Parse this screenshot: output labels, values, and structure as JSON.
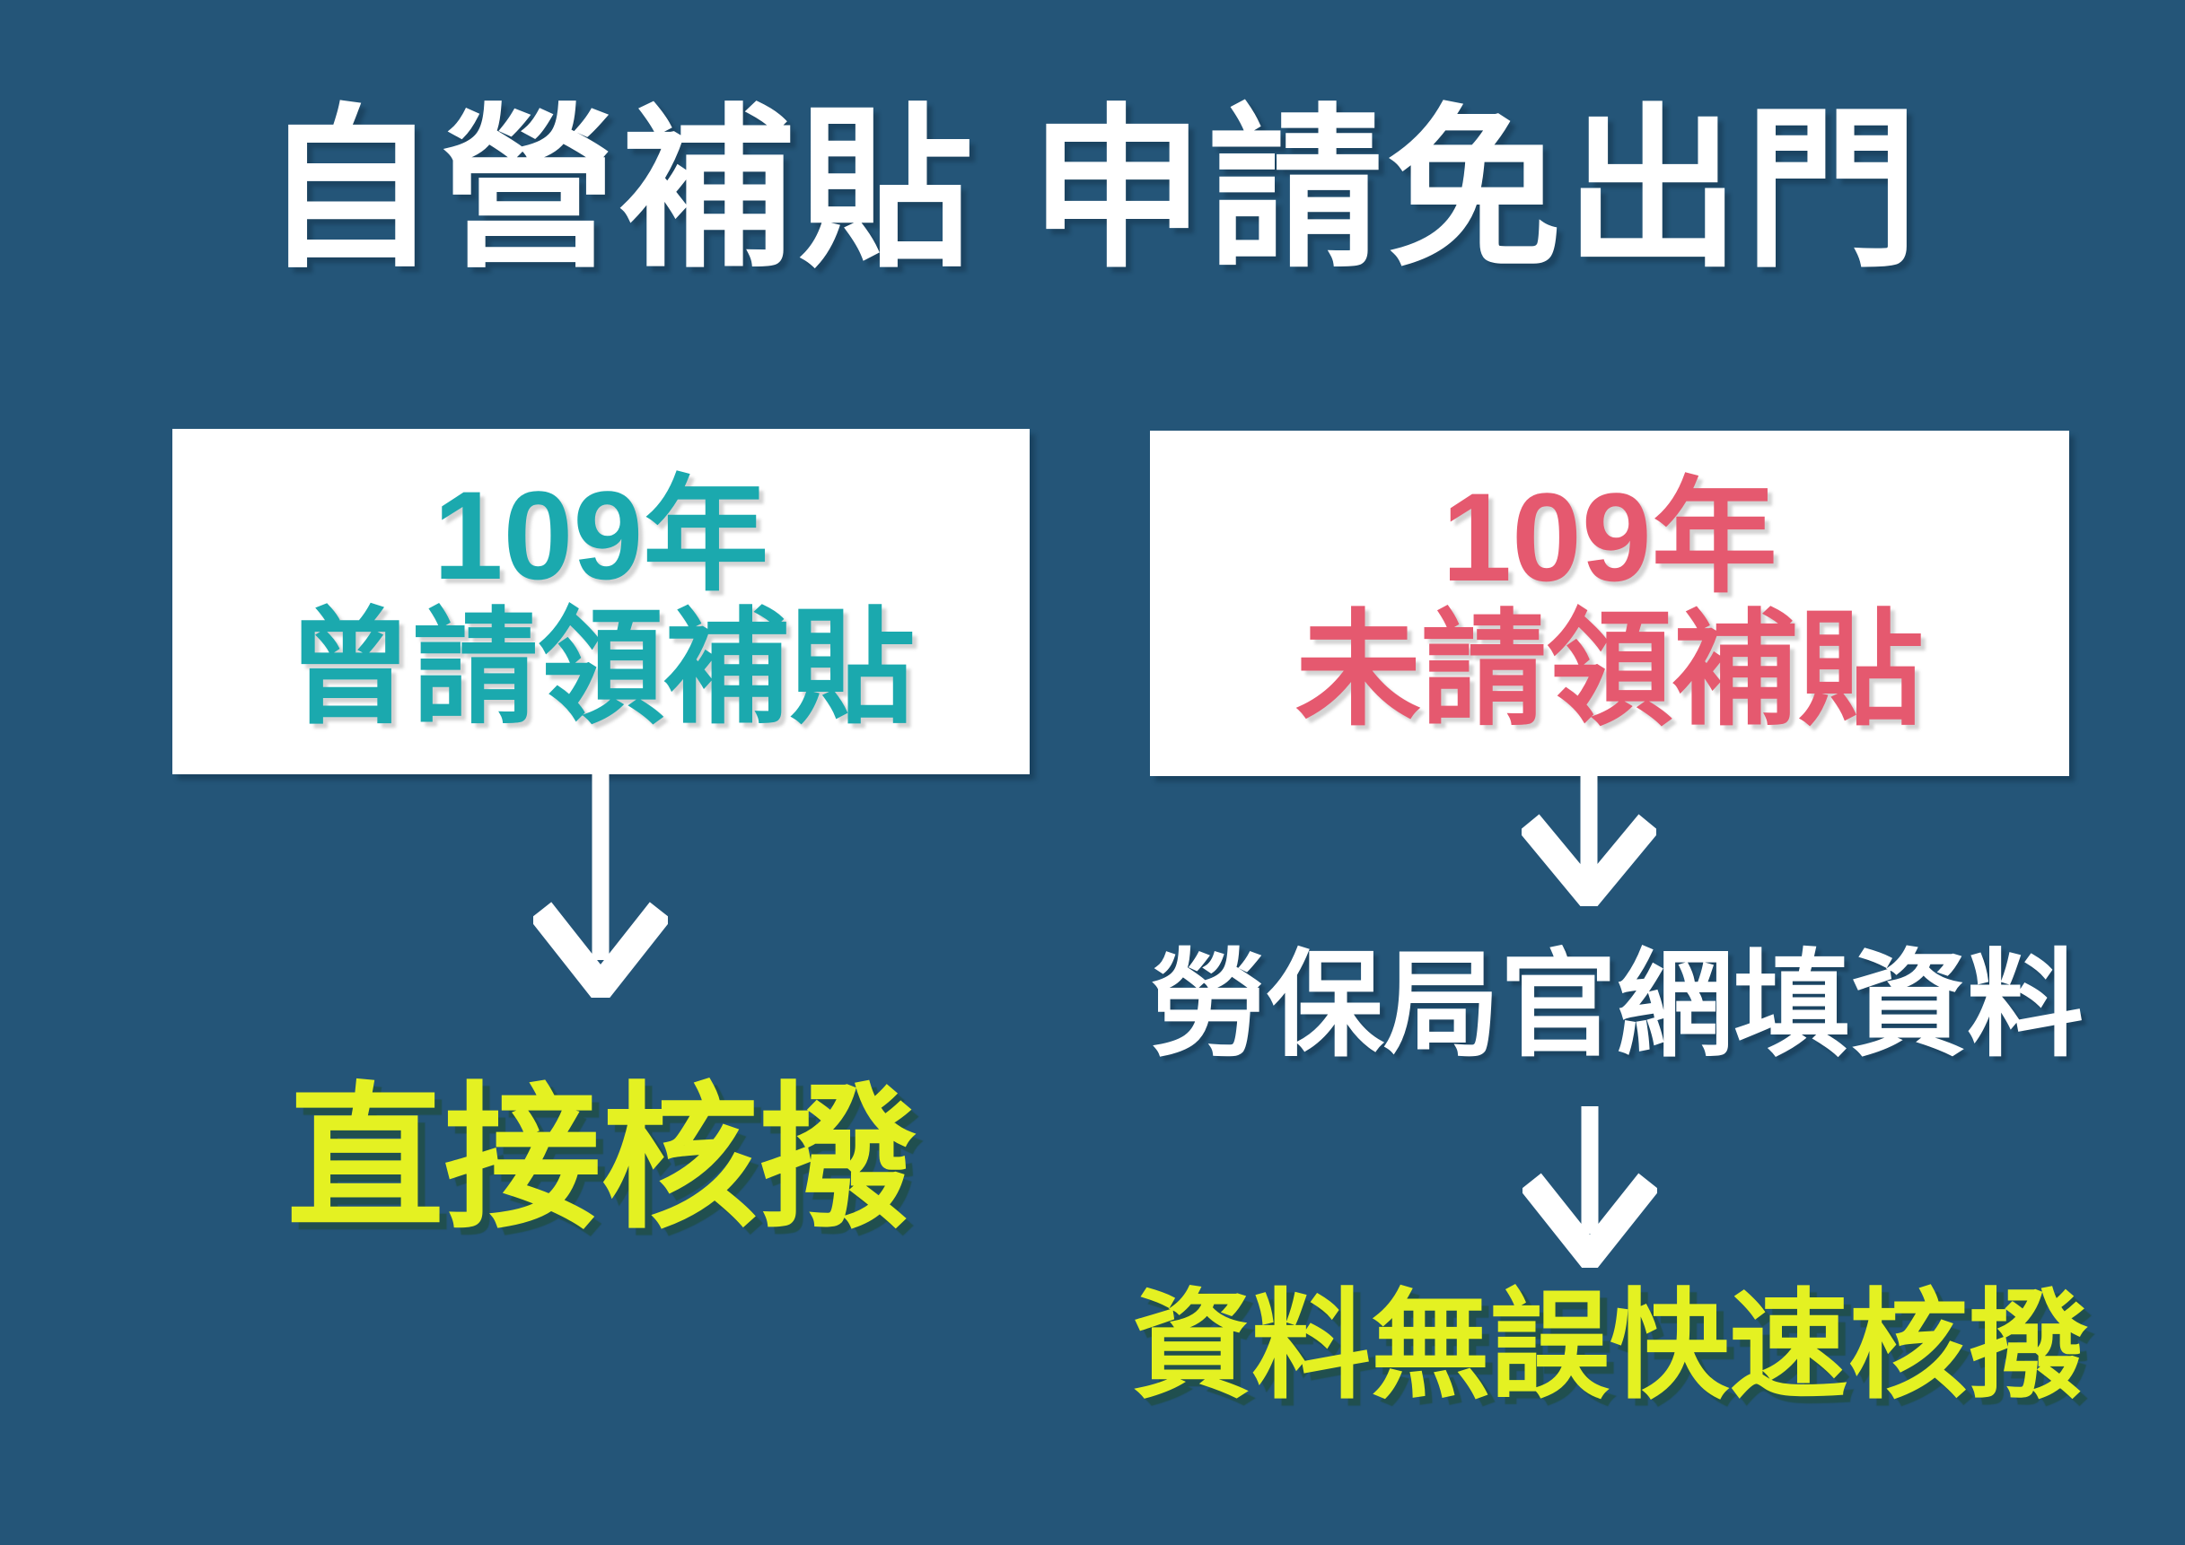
{
  "title": "自營補貼 申請免出門",
  "flow": {
    "left": {
      "year": "109年",
      "label": "曾請領補貼",
      "result": "直接核撥"
    },
    "right": {
      "year": "109年",
      "label": "未請領補貼",
      "step": "勞保局官網填資料",
      "result": "資料無誤快速核撥"
    }
  },
  "colors": {
    "background": "#245578",
    "box_background": "#ffffff",
    "left_accent_teal": "#1BA9AE",
    "right_accent_pink": "#E5596F",
    "result_yellow": "#E4F122",
    "arrow_white": "#ffffff",
    "title_white": "#ffffff"
  }
}
